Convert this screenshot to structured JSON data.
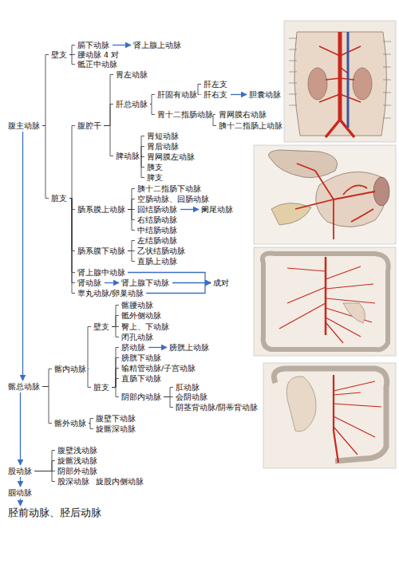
{
  "diagram": {
    "nodes": [
      {
        "text": [
          "腹主动脉"
        ]
      },
      {
        "text": [
          "壁支"
        ]
      },
      {
        "text": [
          "膈下动脉"
        ]
      },
      {
        "text": [
          "肾上腺上动脉"
        ]
      },
      {
        "text": [
          "腰动脉 4 对"
        ]
      },
      {
        "text": [
          "骶正中动脉"
        ]
      },
      {
        "text": [
          "脏支"
        ]
      },
      {
        "text": [
          "腹腔干"
        ]
      },
      {
        "text": [
          "胃左动脉"
        ]
      },
      {
        "text": [
          "肝总动脉"
        ]
      },
      {
        "text": [
          "肝固有动脉"
        ]
      },
      {
        "text": [
          "肝左支"
        ]
      },
      {
        "text": [
          "肝右支"
        ]
      },
      {
        "text": [
          "胆囊动脉"
        ]
      },
      {
        "text": [
          "胃十二指肠动脉"
        ]
      },
      {
        "text": [
          "胃网膜右动脉"
        ]
      },
      {
        "text": [
          "胰十二指肠上动脉"
        ]
      },
      {
        "text": [
          "脾动脉"
        ]
      },
      {
        "text": [
          "胃短动脉"
        ]
      },
      {
        "text": [
          "胃后动脉"
        ]
      },
      {
        "text": [
          "胃网膜左动脉"
        ]
      },
      {
        "text": [
          "胰支"
        ]
      },
      {
        "text": [
          "脾支"
        ]
      },
      {
        "text": [
          "肠系膜上动脉"
        ]
      },
      {
        "text": [
          "胰十二指肠下动脉"
        ]
      },
      {
        "text": [
          "空肠动脉、回肠动脉"
        ]
      },
      {
        "text": [
          "回结肠动脉"
        ]
      },
      {
        "text": [
          "阑尾动脉"
        ]
      },
      {
        "text": [
          "右结肠动脉"
        ]
      },
      {
        "text": [
          "中结肠动脉"
        ]
      },
      {
        "text": [
          "肠系膜下动脉"
        ]
      },
      {
        "text": [
          "左结肠动脉"
        ]
      },
      {
        "text": [
          "乙状结肠动脉"
        ]
      },
      {
        "text": [
          "直肠上动脉"
        ]
      },
      {
        "text": [
          "肾上腺中动脉"
        ]
      },
      {
        "text": [
          "肾动脉"
        ]
      },
      {
        "text": [
          "肾上腺下动脉"
        ]
      },
      {
        "text": [
          "睾丸动脉/卵巢动脉"
        ]
      },
      {
        "text": [
          "成对"
        ]
      },
      {
        "text": [
          "髂总动脉"
        ]
      },
      {
        "text": [
          "髂内动脉"
        ]
      },
      {
        "text": [
          "壁支"
        ]
      },
      {
        "text": [
          "髂腰动脉"
        ]
      },
      {
        "text": [
          "骶外侧动脉"
        ]
      },
      {
        "text": [
          "臀上、下动脉"
        ]
      },
      {
        "text": [
          "闭孔动脉"
        ]
      },
      {
        "text": [
          "脏支"
        ]
      },
      {
        "text": [
          "脐动脉"
        ]
      },
      {
        "text": [
          "膀胱上动脉"
        ]
      },
      {
        "text": [
          "膀胱下动脉"
        ]
      },
      {
        "text": [
          "输精管动脉/子宫动脉"
        ]
      },
      {
        "text": [
          "直肠下动脉"
        ]
      },
      {
        "text": [
          "阴部内动脉"
        ]
      },
      {
        "text": [
          "肛动脉"
        ]
      },
      {
        "text": [
          "会阴动脉"
        ]
      },
      {
        "text": [
          "阴茎背动脉/阴蒂背动脉"
        ]
      },
      {
        "text": [
          "髂外动脉"
        ]
      },
      {
        "text": [
          "腹壁下动脉"
        ]
      },
      {
        "text": [
          "旋髂深动脉"
        ]
      },
      {
        "text": [
          "股动脉"
        ]
      },
      {
        "text": [
          "腹壁浅动脉"
        ]
      },
      {
        "text": [
          "旋髂浅动脉"
        ]
      },
      {
        "text": [
          "阴部外动脉"
        ]
      },
      {
        "text": [
          "股深动脉"
        ]
      },
      {
        "text": [
          "旋股内侧动脉"
        ]
      },
      {
        "text": [
          "腘动脉"
        ]
      },
      {
        "text": [
          "胫前动脉、胫后动脉"
        ]
      }
    ],
    "edges": [
      {
        "from": 0,
        "to": 1,
        "arrow": "none"
      },
      {
        "from": 0,
        "to": 6,
        "arrow": "none"
      },
      {
        "from": 1,
        "to": 2,
        "arrow": "none"
      },
      {
        "from": 1,
        "to": 4,
        "arrow": "none"
      },
      {
        "from": 1,
        "to": 5,
        "arrow": "none"
      },
      {
        "from": 2,
        "to": 3,
        "arrow": "to"
      },
      {
        "from": 6,
        "to": 7,
        "arrow": "none"
      },
      {
        "from": 6,
        "to": 23,
        "arrow": "none"
      },
      {
        "from": 6,
        "to": 30,
        "arrow": "none"
      },
      {
        "from": 6,
        "to": 34,
        "arrow": "none"
      },
      {
        "from": 6,
        "to": 35,
        "arrow": "none"
      },
      {
        "from": 6,
        "to": 37,
        "arrow": "none"
      },
      {
        "from": 7,
        "to": 8,
        "arrow": "none"
      },
      {
        "from": 7,
        "to": 9,
        "arrow": "none"
      },
      {
        "from": 7,
        "to": 17,
        "arrow": "none"
      },
      {
        "from": 9,
        "to": 10,
        "arrow": "none"
      },
      {
        "from": 9,
        "to": 14,
        "arrow": "none"
      },
      {
        "from": 10,
        "to": 11,
        "arrow": "none"
      },
      {
        "from": 10,
        "to": 12,
        "arrow": "none"
      },
      {
        "from": 12,
        "to": 13,
        "arrow": "to"
      },
      {
        "from": 14,
        "to": 15,
        "arrow": "none"
      },
      {
        "from": 14,
        "to": 16,
        "arrow": "none"
      },
      {
        "from": 17,
        "to": 18,
        "arrow": "none"
      },
      {
        "from": 17,
        "to": 19,
        "arrow": "none"
      },
      {
        "from": 17,
        "to": 20,
        "arrow": "none"
      },
      {
        "from": 17,
        "to": 21,
        "arrow": "none"
      },
      {
        "from": 17,
        "to": 22,
        "arrow": "none"
      },
      {
        "from": 23,
        "to": 24,
        "arrow": "none"
      },
      {
        "from": 23,
        "to": 25,
        "arrow": "none"
      },
      {
        "from": 23,
        "to": 26,
        "arrow": "none"
      },
      {
        "from": 23,
        "to": 28,
        "arrow": "none"
      },
      {
        "from": 23,
        "to": 29,
        "arrow": "none"
      },
      {
        "from": 26,
        "to": 27,
        "arrow": "to"
      },
      {
        "from": 30,
        "to": 31,
        "arrow": "none"
      },
      {
        "from": 30,
        "to": 32,
        "arrow": "none"
      },
      {
        "from": 30,
        "to": 33,
        "arrow": "none"
      },
      {
        "from": 35,
        "to": 36,
        "arrow": "to"
      },
      {
        "from": 34,
        "to": 38,
        "arrow": "to"
      },
      {
        "from": 36,
        "to": 38,
        "arrow": "to"
      },
      {
        "from": 37,
        "to": 38,
        "arrow": "to"
      },
      {
        "from": 0,
        "to": 39,
        "arrow": "to"
      },
      {
        "from": 39,
        "to": 40,
        "arrow": "none"
      },
      {
        "from": 39,
        "to": 56,
        "arrow": "none"
      },
      {
        "from": 40,
        "to": 41,
        "arrow": "none"
      },
      {
        "from": 40,
        "to": 46,
        "arrow": "none"
      },
      {
        "from": 41,
        "to": 42,
        "arrow": "none"
      },
      {
        "from": 41,
        "to": 43,
        "arrow": "none"
      },
      {
        "from": 41,
        "to": 44,
        "arrow": "none"
      },
      {
        "from": 41,
        "to": 45,
        "arrow": "none"
      },
      {
        "from": 46,
        "to": 47,
        "arrow": "none"
      },
      {
        "from": 46,
        "to": 49,
        "arrow": "none"
      },
      {
        "from": 46,
        "to": 50,
        "arrow": "none"
      },
      {
        "from": 46,
        "to": 51,
        "arrow": "none"
      },
      {
        "from": 46,
        "to": 52,
        "arrow": "none"
      },
      {
        "from": 47,
        "to": 48,
        "arrow": "to"
      },
      {
        "from": 52,
        "to": 53,
        "arrow": "none"
      },
      {
        "from": 52,
        "to": 54,
        "arrow": "none"
      },
      {
        "from": 52,
        "to": 55,
        "arrow": "none"
      },
      {
        "from": 56,
        "to": 57,
        "arrow": "none"
      },
      {
        "from": 56,
        "to": 58,
        "arrow": "none"
      },
      {
        "from": 39,
        "to": 59,
        "arrow": "to"
      },
      {
        "from": 59,
        "to": 60,
        "arrow": "none"
      },
      {
        "from": 59,
        "to": 61,
        "arrow": "none"
      },
      {
        "from": 59,
        "to": 62,
        "arrow": "none"
      },
      {
        "from": 59,
        "to": 63,
        "arrow": "none"
      },
      {
        "from": 59,
        "to": 65,
        "arrow": "to"
      },
      {
        "from": 65,
        "to": 66,
        "arrow": "to"
      }
    ]
  }
}
